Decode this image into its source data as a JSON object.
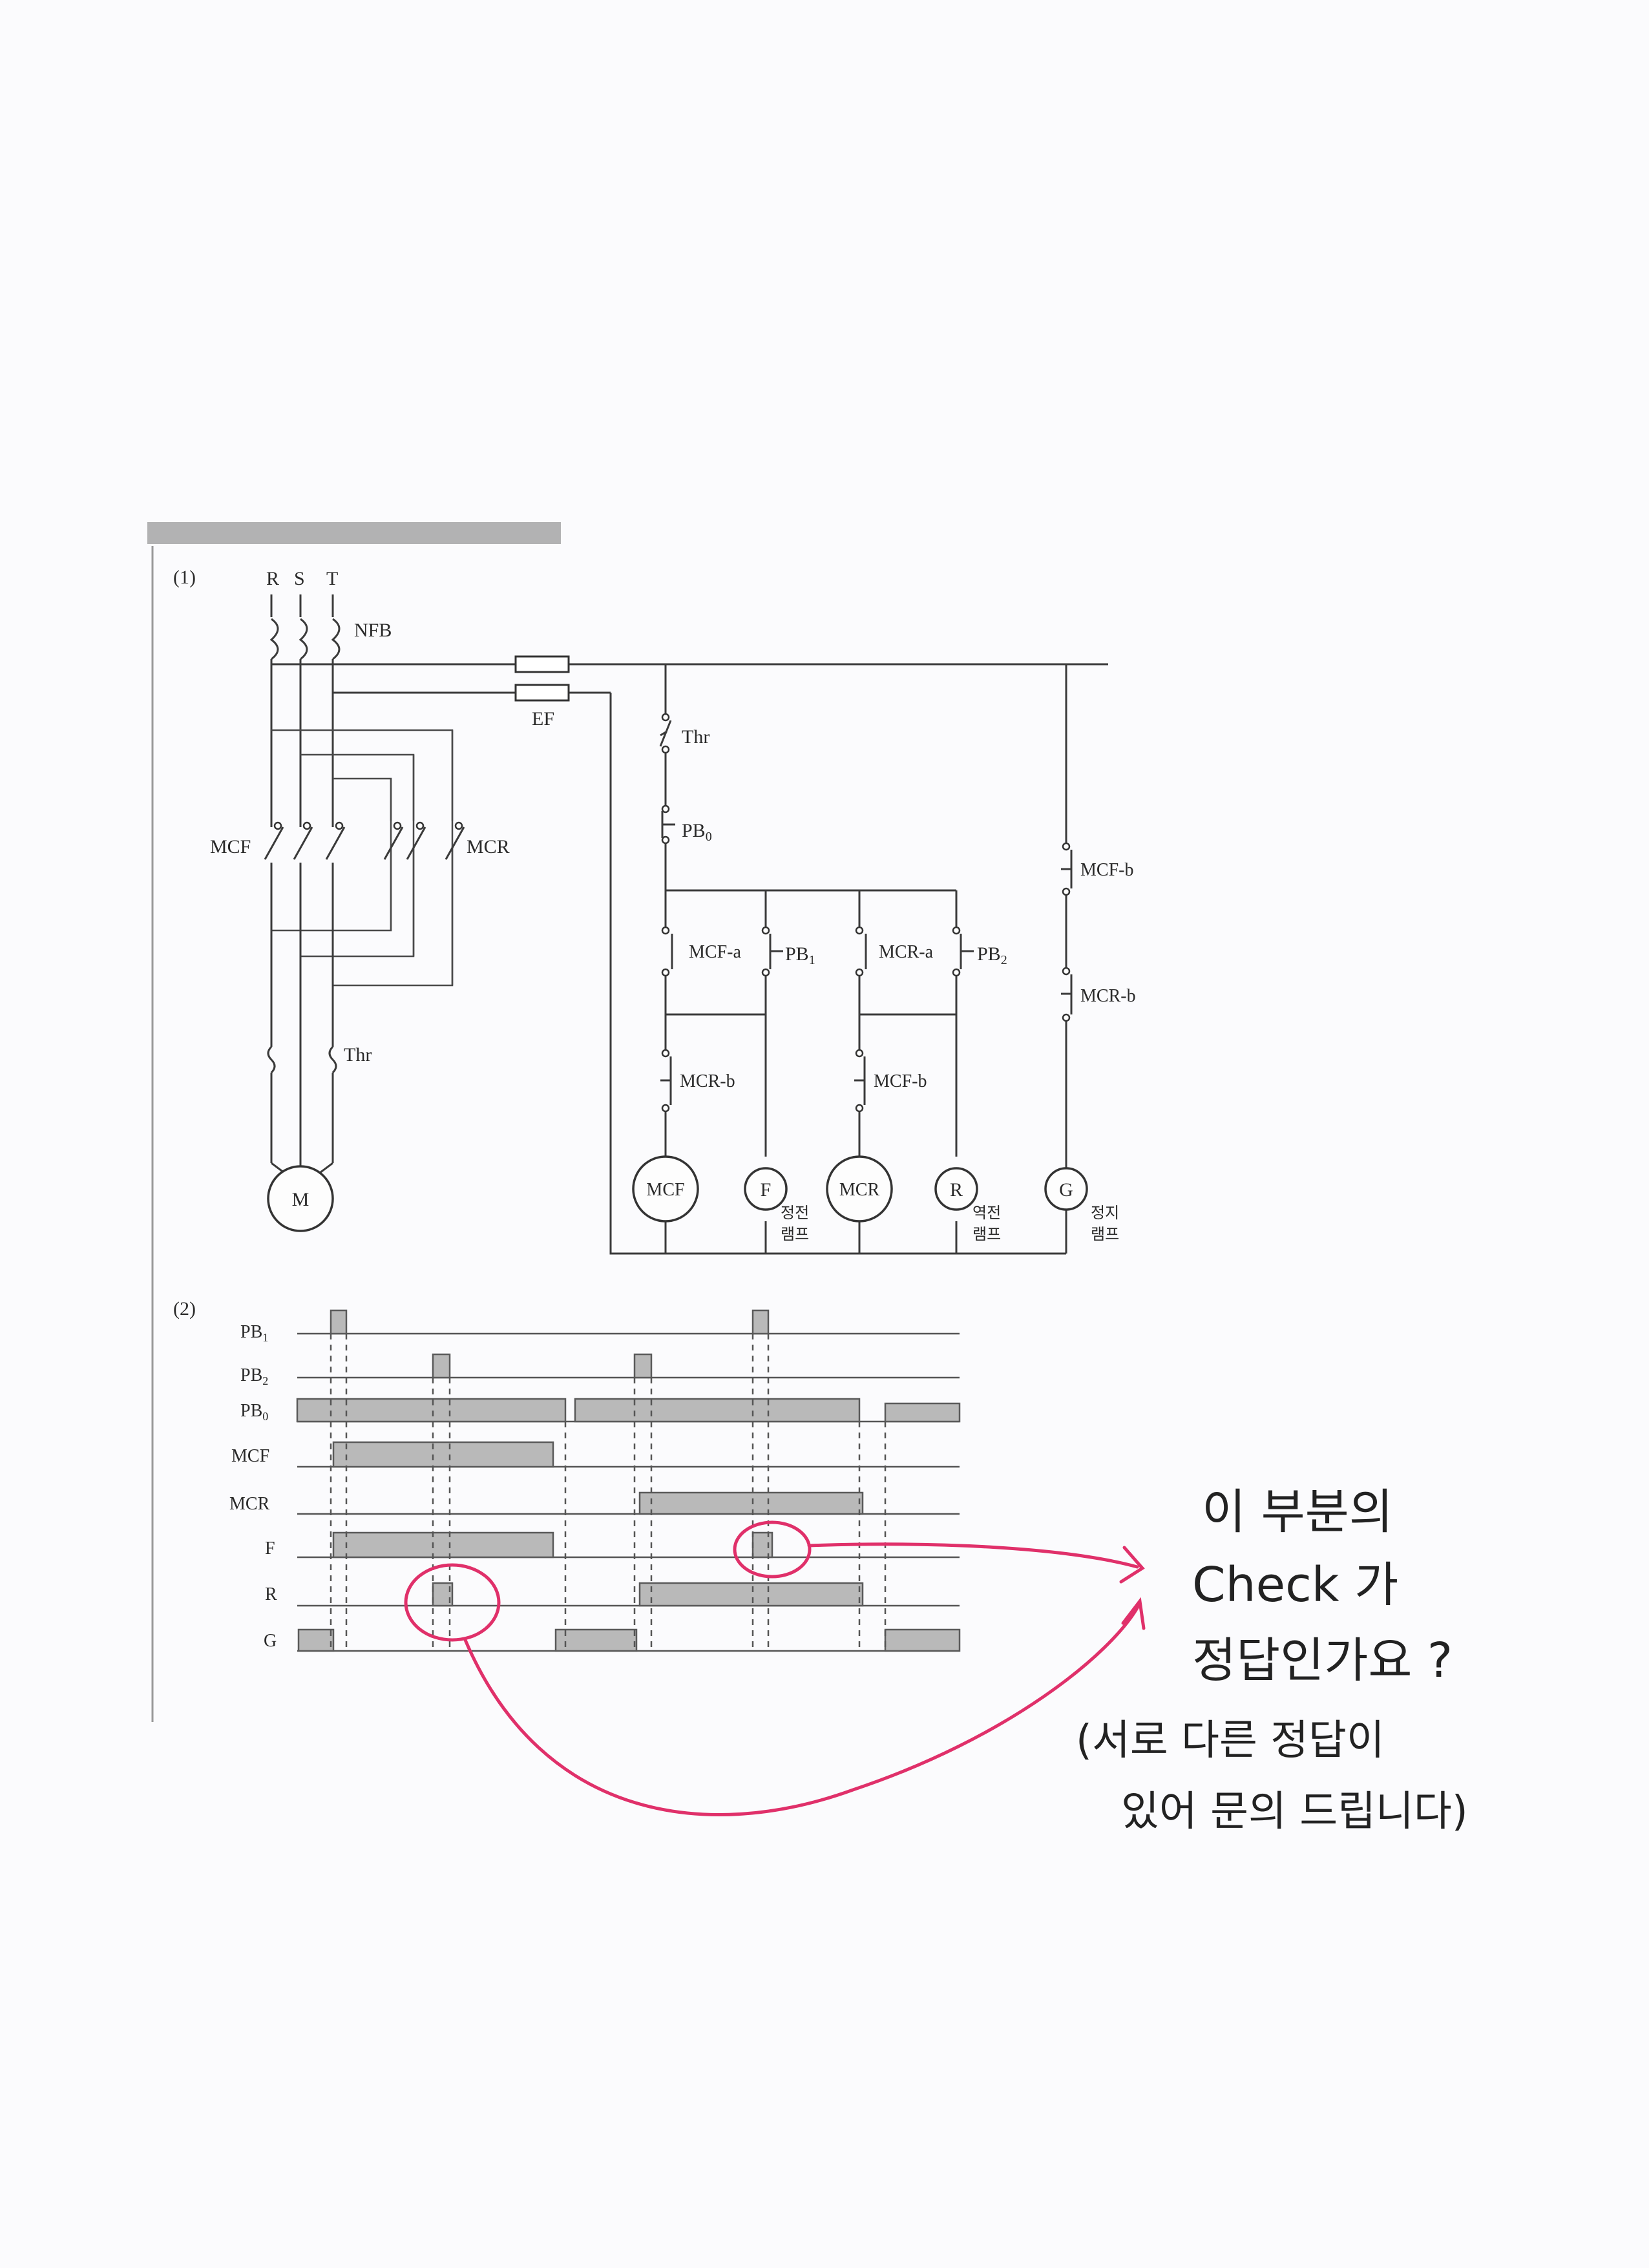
{
  "figure": {
    "part1_label": "(1)",
    "part2_label": "(2)",
    "power": {
      "phases": [
        "R",
        "S",
        "T"
      ],
      "breaker": "NFB",
      "fuse": "EF",
      "motor": "M",
      "relay_main": "Thr",
      "relay_power": "Thr",
      "contactor_fwd": "MCF",
      "contactor_rev": "MCR"
    },
    "control": {
      "thr_contact": "Thr",
      "stop_button": "PB",
      "stop_button_sub": "0",
      "mcf_a": "MCF-a",
      "pb1": "PB",
      "pb1_sub": "1",
      "mcr_a": "MCR-a",
      "pb2": "PB",
      "pb2_sub": "2",
      "mcr_b_interlock": "MCR-b",
      "mcf_b_interlock": "MCF-b",
      "mcf_b_lamp": "MCF-b",
      "mcr_b_lamp": "MCR-b",
      "coil_mcf": "MCF",
      "lamp_f": "F",
      "coil_mcr": "MCR",
      "lamp_r": "R",
      "lamp_g": "G",
      "lamp_f_caption_1": "정전",
      "lamp_f_caption_2": "램프",
      "lamp_r_caption_1": "역전",
      "lamp_r_caption_2": "램프",
      "lamp_g_caption_1": "정지",
      "lamp_g_caption_2": "램프"
    }
  },
  "timing": {
    "signals": [
      {
        "name": "PB",
        "sub": "1"
      },
      {
        "name": "PB",
        "sub": "2"
      },
      {
        "name": "PB",
        "sub": "0"
      },
      {
        "name": "MCF",
        "sub": ""
      },
      {
        "name": "MCR",
        "sub": ""
      },
      {
        "name": "F",
        "sub": ""
      },
      {
        "name": "R",
        "sub": ""
      },
      {
        "name": "G",
        "sub": ""
      }
    ]
  },
  "note": {
    "line1": "이 부분의",
    "line2": "Check 가",
    "line3": "정답인가요 ?",
    "line4": "(서로 다른 정답이",
    "line5": "있어 문의 드립니다)",
    "ink_color": "#e0306a"
  }
}
